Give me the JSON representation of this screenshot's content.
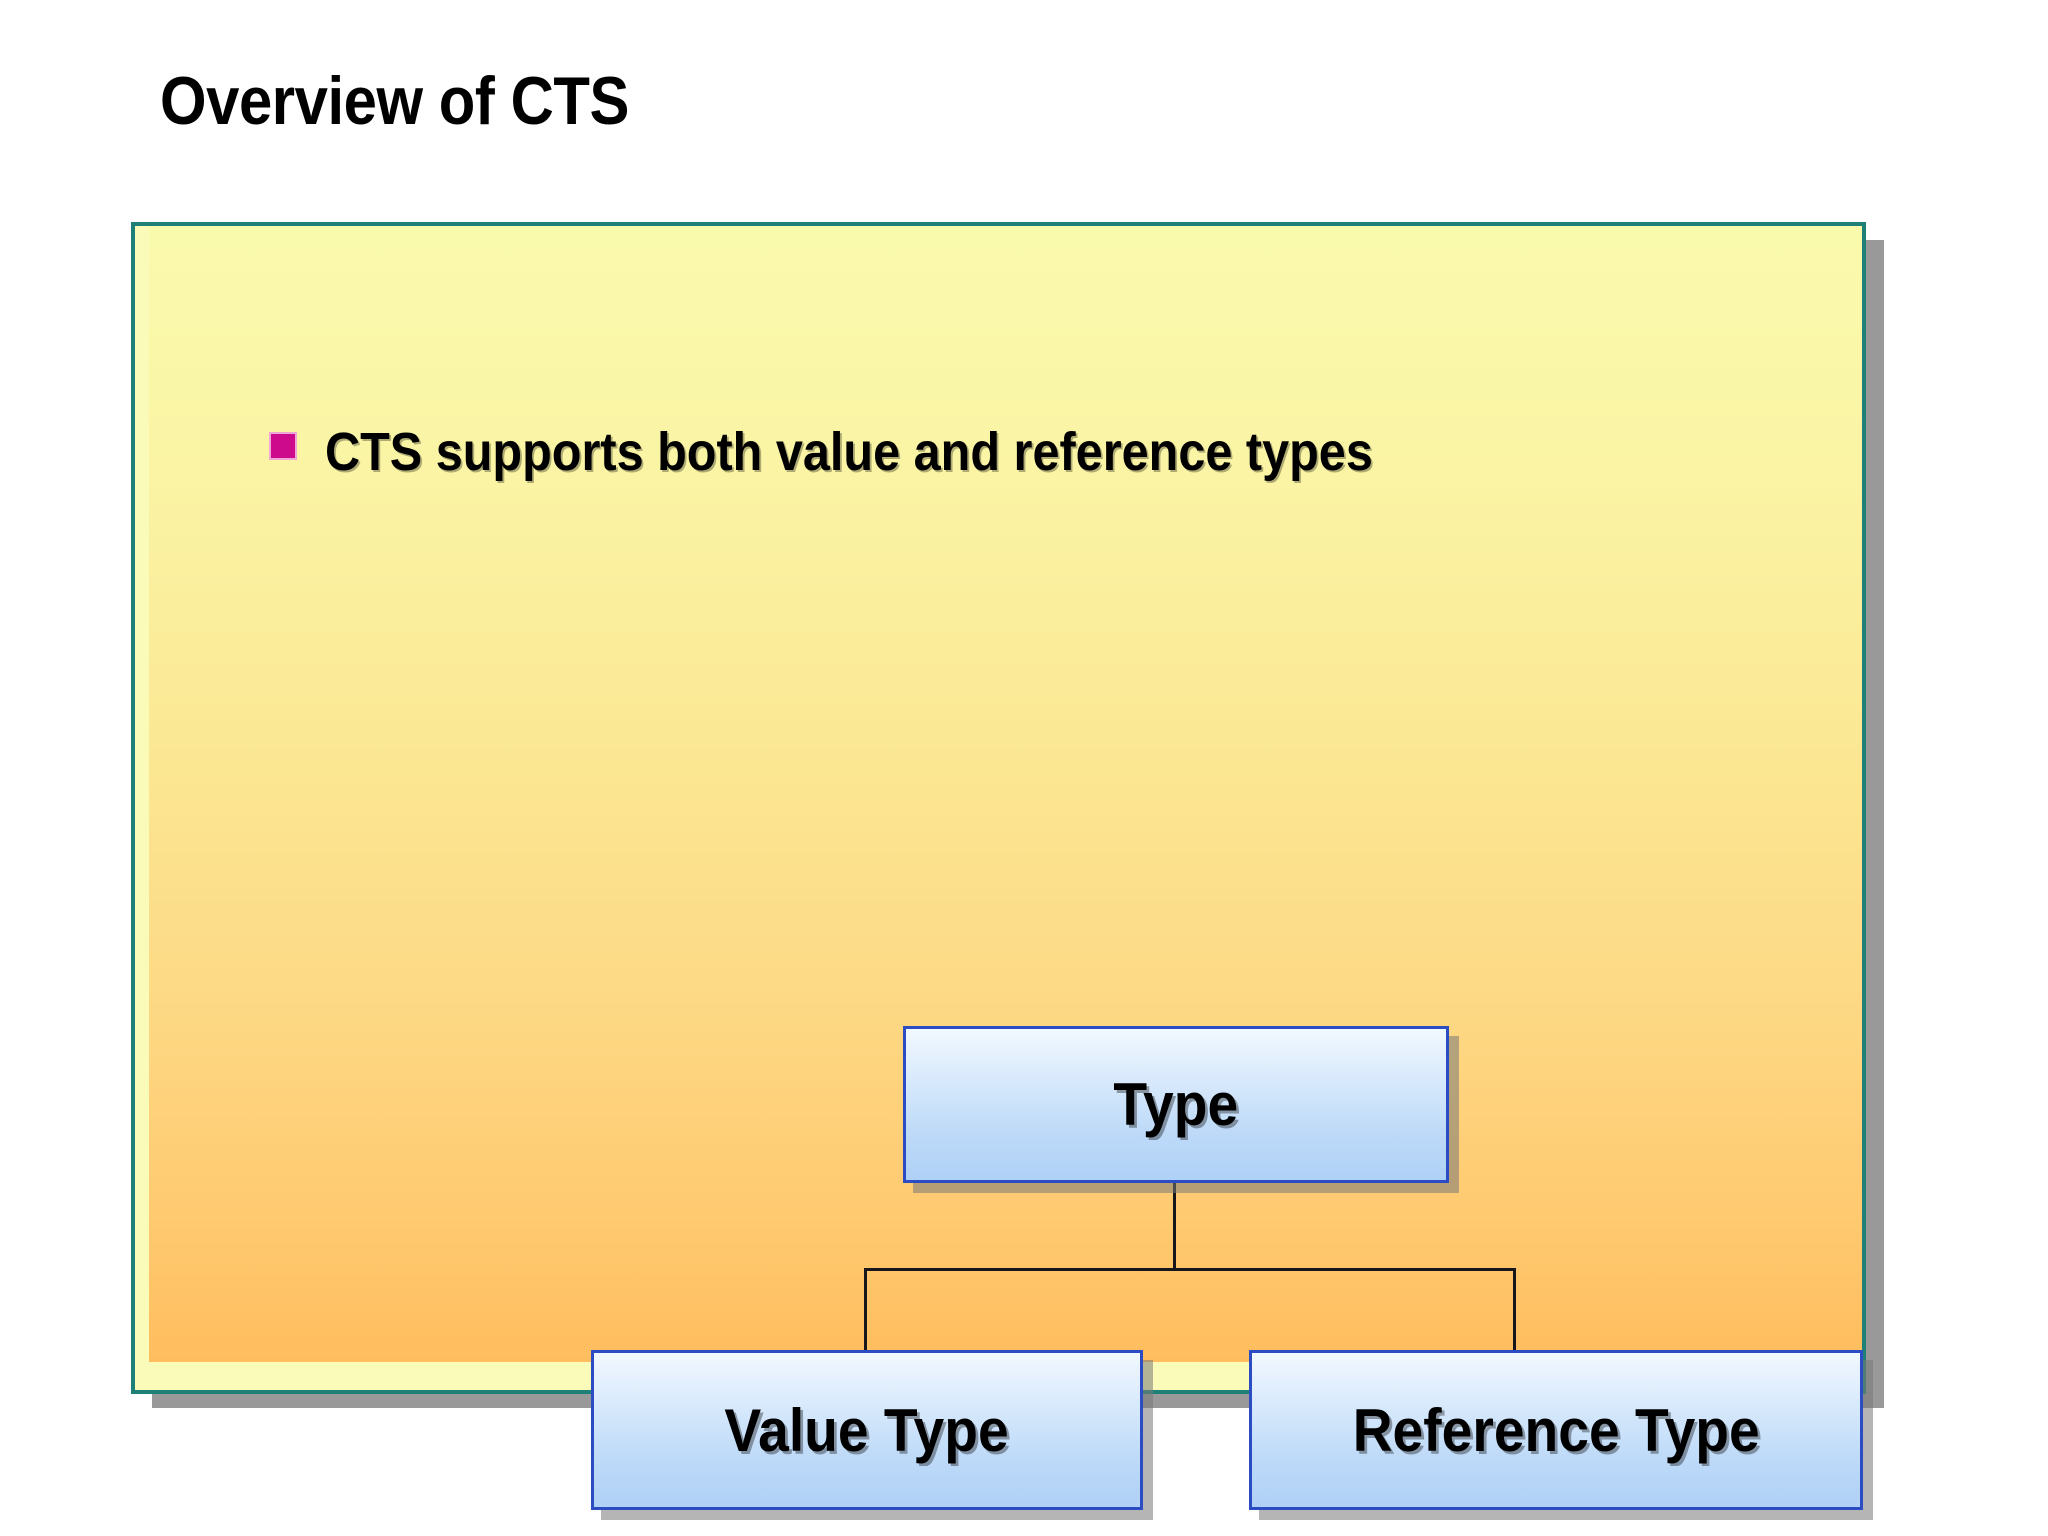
{
  "slide": {
    "title": "Overview of CTS",
    "background_color": "#FFFFFF"
  },
  "panel": {
    "border_color": "#1E8077",
    "gradient_top_color": "#FAFAAD",
    "gradient_bottom_color": "#FFBD5E",
    "shadow_color": "#999999"
  },
  "bullets": [
    {
      "marker_icon": "square-bullet-icon",
      "marker_color": "#CE0A8C",
      "text": "CTS supports both value and reference types"
    }
  ],
  "diagram": {
    "type": "tree",
    "node_border_color": "#2B4CC2",
    "node_fill_top": "#F2F8FE",
    "node_fill_bottom": "#AFD1F6",
    "connector_color": "#16161C",
    "nodes": {
      "root": {
        "label": "Type"
      },
      "left": {
        "label": "Value Type"
      },
      "right": {
        "label": "Reference Type"
      }
    },
    "edges": [
      {
        "from": "Type",
        "to": "Value Type"
      },
      {
        "from": "Type",
        "to": "Reference Type"
      }
    ]
  }
}
